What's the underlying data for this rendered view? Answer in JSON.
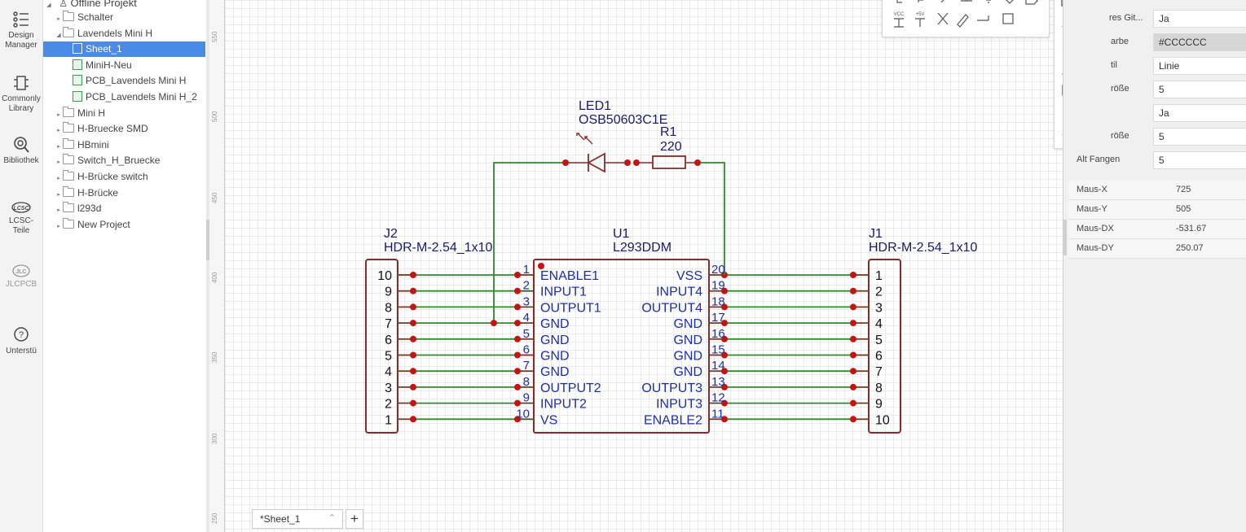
{
  "rail": [
    {
      "label1": "Design",
      "label2": "Manager",
      "icon": "design-manager-icon"
    },
    {
      "label1": "Commonly",
      "label2": "Library",
      "icon": "component-icon"
    },
    {
      "label1": "Bibliothek",
      "label2": "",
      "icon": "library-search-icon"
    },
    {
      "label1": "LCSC-",
      "label2": "Teile",
      "icon": "lcsc-icon",
      "badge": "LCSC"
    },
    {
      "label1": "JLCPCB",
      "label2": "",
      "icon": "jlcpcb-icon",
      "badge": "JLC"
    },
    {
      "label1": "Unterstü",
      "label2": "",
      "icon": "help-icon"
    }
  ],
  "tree": {
    "root": "Offline Projekt",
    "items": [
      {
        "label": "Schalter",
        "type": "folder"
      },
      {
        "label": "Lavendels Mini H",
        "type": "folder"
      },
      {
        "label": "Sheet_1",
        "type": "sheet",
        "selected": true
      },
      {
        "label": "MiniH-Neu",
        "type": "doc"
      },
      {
        "label": "PCB_Lavendels Mini H",
        "type": "doc"
      },
      {
        "label": "PCB_Lavendels Mini H_2",
        "type": "doc"
      },
      {
        "label": "Mini H",
        "type": "folder"
      },
      {
        "label": "H-Bruecke SMD",
        "type": "folder"
      },
      {
        "label": "HBmini",
        "type": "folder"
      },
      {
        "label": "Switch_H_Bruecke",
        "type": "folder"
      },
      {
        "label": "H-Brücke switch",
        "type": "folder"
      },
      {
        "label": "H-Brücke",
        "type": "folder"
      },
      {
        "label": "l293d",
        "type": "folder"
      },
      {
        "label": "New Project",
        "type": "folder"
      }
    ]
  },
  "ruler": [
    "550",
    "500",
    "450",
    "400",
    "350",
    "300",
    "250"
  ],
  "schematic": {
    "led": {
      "ref": "LED1",
      "value": "OSB50603C1E"
    },
    "resistor": {
      "ref": "R1",
      "value": "220"
    },
    "u1": {
      "ref": "U1",
      "value": "L293DDM",
      "left_pins": [
        {
          "num": "1",
          "name": "ENABLE1"
        },
        {
          "num": "2",
          "name": "INPUT1"
        },
        {
          "num": "3",
          "name": "OUTPUT1"
        },
        {
          "num": "4",
          "name": "GND"
        },
        {
          "num": "5",
          "name": "GND"
        },
        {
          "num": "6",
          "name": "GND"
        },
        {
          "num": "7",
          "name": "GND"
        },
        {
          "num": "8",
          "name": "OUTPUT2"
        },
        {
          "num": "9",
          "name": "INPUT2"
        },
        {
          "num": "10",
          "name": "VS"
        }
      ],
      "right_pins": [
        {
          "num": "20",
          "name": "VSS"
        },
        {
          "num": "19",
          "name": "INPUT4"
        },
        {
          "num": "18",
          "name": "OUTPUT4"
        },
        {
          "num": "17",
          "name": "GND"
        },
        {
          "num": "16",
          "name": "GND"
        },
        {
          "num": "15",
          "name": "GND"
        },
        {
          "num": "14",
          "name": "GND"
        },
        {
          "num": "13",
          "name": "OUTPUT3"
        },
        {
          "num": "12",
          "name": "INPUT3"
        },
        {
          "num": "11",
          "name": "ENABLE2"
        }
      ]
    },
    "j2": {
      "ref": "J2",
      "value": "HDR-M-2.54_1x10",
      "pins": [
        "10",
        "9",
        "8",
        "7",
        "6",
        "5",
        "4",
        "3",
        "2",
        "1"
      ]
    },
    "j1": {
      "ref": "J1",
      "value": "HDR-M-2.54_1x10",
      "pins": [
        "1",
        "2",
        "3",
        "4",
        "5",
        "6",
        "7",
        "8",
        "9",
        "10"
      ]
    }
  },
  "toolbar": {
    "vcc": "VCC",
    "plus5v": "+5V"
  },
  "props": {
    "rows": [
      {
        "label": "res Git...",
        "value": "Ja"
      },
      {
        "label": "arbe",
        "value": "#CCCCCC"
      },
      {
        "label": "til",
        "value": "Linie"
      },
      {
        "label": "röße",
        "value": "5"
      },
      {
        "label": "",
        "value": "Ja"
      },
      {
        "label": "röße",
        "value": "5"
      },
      {
        "label": "Alt Fangen",
        "value": "5"
      }
    ],
    "mouse": [
      {
        "label": "Maus-X",
        "value": "725"
      },
      {
        "label": "Maus-Y",
        "value": "505"
      },
      {
        "label": "Maus-DX",
        "value": "-531.67"
      },
      {
        "label": "Maus-DY",
        "value": "250.07"
      }
    ]
  },
  "sheet_tab": {
    "label": "*Sheet_1",
    "add": "+"
  },
  "colors": {
    "wire": "#2e8b2e",
    "body": "#8b2a2a",
    "pin_text": "#1c2fa5",
    "dot": "#cc1111",
    "select": "#4a8be8"
  }
}
